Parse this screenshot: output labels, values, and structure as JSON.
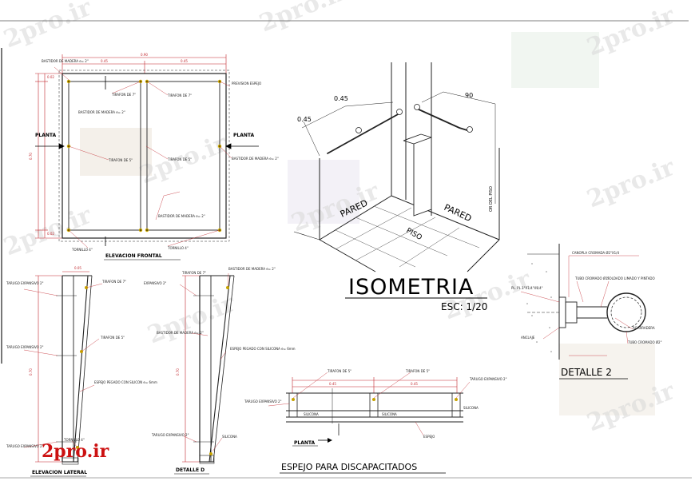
{
  "titles": {
    "isometria": "ISOMETRIA",
    "isometria_scale": "ESC: 1/20",
    "detalle2": "DETALLE 2",
    "elevacion_frontal": "ELEVACION FRONTAL",
    "elevacion_lateral": "ELEVACION LATERAL",
    "detalle_d": "DETALLE D",
    "espejo": "ESPEJO PARA DISCAPACITADOS",
    "planta_small": "PLANTA"
  },
  "isometric": {
    "dim_045_a": "0.45",
    "dim_045_b": "0.45",
    "dim_90": "90",
    "pared_left": "PARED",
    "pared_right": "PARED",
    "piso": "PISO",
    "nivel": "OR DEL PISO"
  },
  "detail2": {
    "canopla": "CANOPLA CROMADA Ø2\"X1/4",
    "tubo1": "TUBO CROMADO Ø1\"",
    "soldado": "SOLDADO LIMADO Y PINTADO",
    "pl": "PL. PL 1\"X1/4\"X1/4\"",
    "agarradera": "AGARRADERA",
    "tubo2": "TUBO CROMADO Ø2\"",
    "anclaje": "ANCLAJE"
  },
  "front": {
    "planta_left": "PLANTA",
    "planta_right": "PLANTA",
    "bastidor_top": "BASTIDOR DE MADERA e= 2\"",
    "tirafon_7_left": "TIRAFON DE 7\"",
    "tirafon_7_right": "TIRAFON DE 7\"",
    "prevision": "PREVISION ESPEJO",
    "bastidor_mid": "BASTIDOR DE MADERA e= 2\"",
    "tirafon_5_left": "TIRAFON DE 5\"",
    "tirafon_5_right": "TIRAFON DE 5\"",
    "bastidor_right": "BASTIDOR DE MADERA e= 2\"",
    "bastidor_bottom": "BASTIDOR DE MADERA e= 2\"",
    "tornillo_left": "TORNILLO 4\"",
    "tornillo_right": "TORNILLO 4\"",
    "dim_top": "0.90",
    "dim_a": "0.45",
    "dim_b": "0.45",
    "dim_left": "0.70",
    "dim_c": "0.02",
    "dim_d": "0.02"
  },
  "lateral": {
    "tarugo1": "TARUGO EXPANSIVO 2\"",
    "tarugo2": "TARUGO EXPANSIVO 2\"",
    "tarugo3": "TARUGO EXPANSIVO 2\"",
    "tirafon7": "TIRAFON DE 7\"",
    "tirafon5": "TIRAFON DE 5\"",
    "espejo": "ESPEJO PEGADO CON SILICON e= 6mm",
    "tornillo": "TORNILLO 4\"",
    "dim_h": "0.70",
    "dim_top": "0.05"
  },
  "detalleD": {
    "tirafon7": "TIRAFON DE 7\"",
    "expansivo": "EXPANSIVO 2\"",
    "bastidor_top": "BASTIDOR DE MADERA e= 2\"",
    "bastidor_mid": "BASTIDOR DE MADERA e= 2\"",
    "espejo": "ESPEJO PEGADO CON SILICONA e= 6mm",
    "tarugo": "TARUGO EXPANSIVO 2\"",
    "silicona": "SILICONA",
    "dim_h": "0.70"
  },
  "espejo": {
    "tirafon_a": "TIRAFON DE 5\"",
    "tirafon_b": "TIRAFON DE 5\"",
    "tarugo_right": "TARUGO EXPANSIVO 2\"",
    "tarugo_left": "TARUGO EXPANSIVO 2\"",
    "silicona_a": "SILICONA",
    "silicona_b": "SILICONA",
    "silicona_c": "SILICONA",
    "espejo_label": "ESPEJO",
    "dim_a": "0.45",
    "dim_b": "0.45"
  },
  "watermarks": [
    "2pro.ir",
    "2pro.ir",
    "2pro.ir",
    "2pro.ir",
    "2pro.ir",
    "2pro.ir",
    "2pro.ir",
    "2pro.ir",
    "2pro.ir",
    "2pro.ir"
  ],
  "logo": "2pro.ir"
}
